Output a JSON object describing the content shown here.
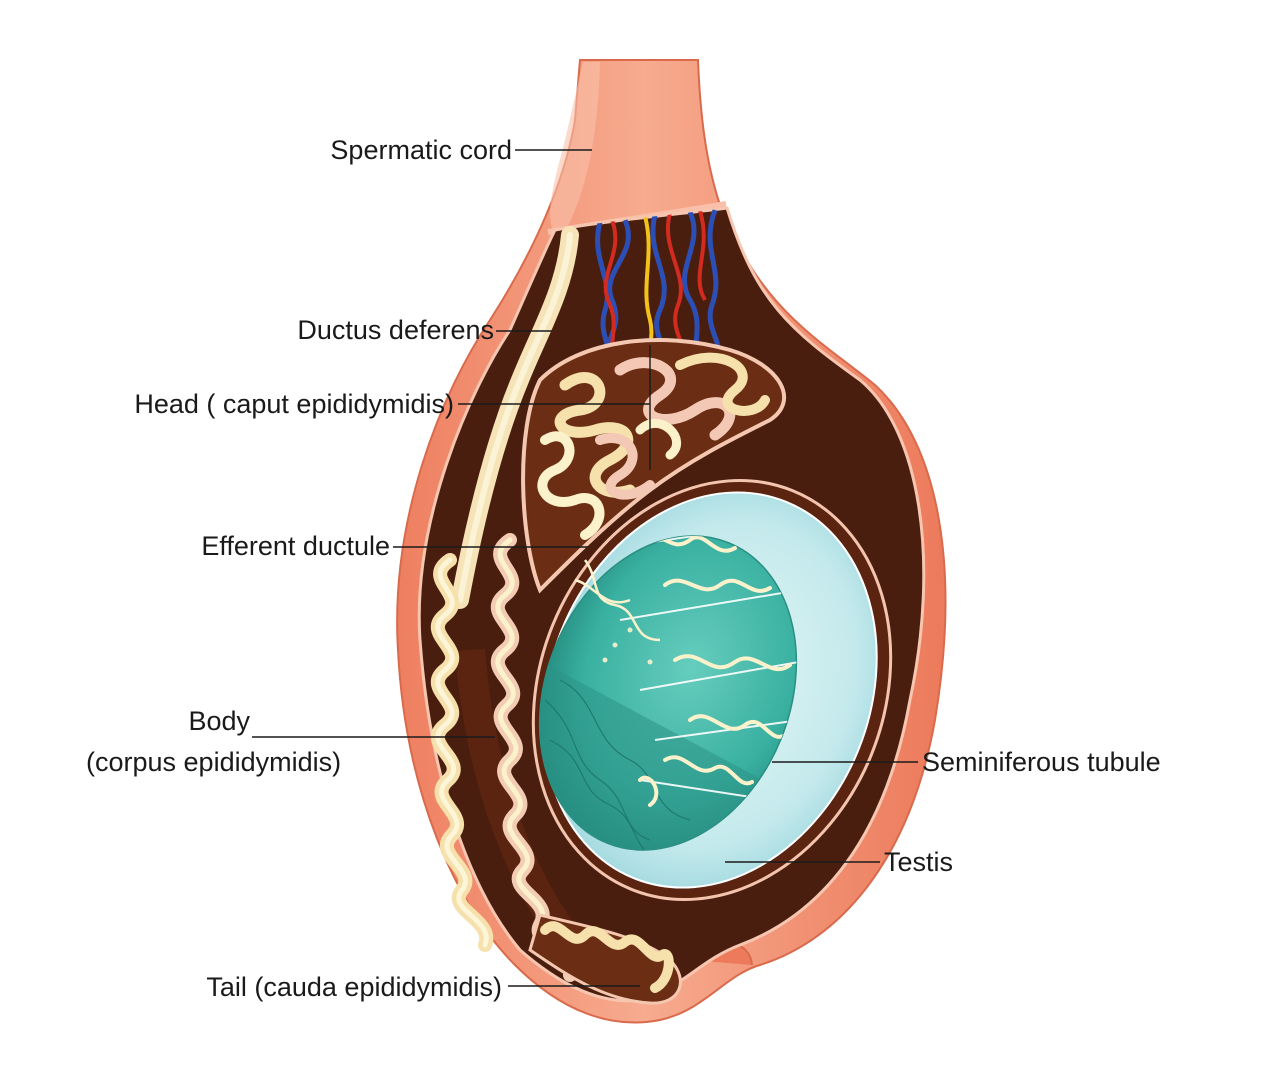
{
  "labels": {
    "spermatic_cord": "Spermatic cord",
    "ductus_deferens": "Ductus deferens",
    "head": "Head ( caput epididymidis)",
    "efferent_ductule": "Efferent ductule",
    "body_line1": "Body",
    "body_line2": "(corpus epididymidis)",
    "seminiferous_tubule": "Seminiferous tubule",
    "testis": "Testis",
    "tail": "Tail (cauda epididymidis)"
  },
  "colors": {
    "outer_skin": "#f08a6c",
    "skin_light": "#f7b094",
    "cavity_brown": "#4a1e0e",
    "cavity_brown_light": "#7a3418",
    "epididymis_cream": "#f6e4b8",
    "tubule_cream": "#fbf2cc",
    "tubule_pink": "#f3c8b4",
    "testis_outer": "#bfe7ea",
    "testis_inner": "#3fb7a8",
    "testis_dark": "#2b9486",
    "vessel_blue": "#2c4fb5",
    "vessel_red": "#d32b1f",
    "vessel_yellow": "#f2c21a"
  }
}
